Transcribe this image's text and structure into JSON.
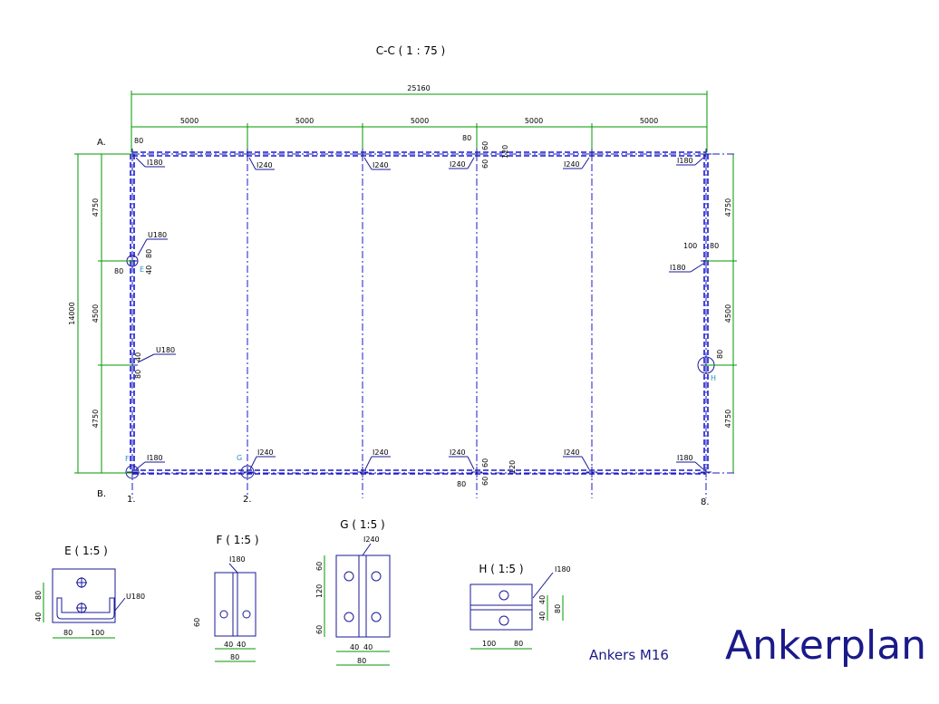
{
  "chart_data": {
    "type": "other",
    "title": "Ankerplan",
    "subtitle": "Ankers M16",
    "plan_view": {
      "label": "C-C ( 1 : 75 )",
      "overall_length": "25160",
      "bay_lengths": [
        "5000",
        "5000",
        "5000",
        "5000",
        "5000"
      ],
      "width": "14000",
      "left_spans": [
        "4750",
        "4500",
        "4750"
      ],
      "right_spans": [
        "4750",
        "4500",
        "4750"
      ],
      "row_labels": [
        "A.",
        "B."
      ],
      "grid_labels": [
        "1.",
        "2.",
        "8."
      ],
      "top_beams": [
        "I180",
        "I240",
        "I240",
        "I240",
        "I240",
        "I180"
      ],
      "bottom_beams": [
        "I180",
        "I240",
        "I240",
        "I240",
        "I240",
        "I180"
      ],
      "side_profiles": [
        "U180",
        "U180",
        "I180"
      ],
      "detail_markers": [
        "E",
        "F",
        "G",
        "H"
      ],
      "small_dims": [
        "80",
        "60",
        "120",
        "40",
        "100"
      ]
    },
    "details": [
      {
        "label": "E ( 1:5 )",
        "profile": "U180",
        "dims": [
          "80",
          "40",
          "80",
          "100"
        ]
      },
      {
        "label": "F ( 1:5 )",
        "profile": "I180",
        "dims": [
          "60",
          "40",
          "40",
          "80"
        ]
      },
      {
        "label": "G ( 1:5 )",
        "profile": "I240",
        "dims": [
          "60",
          "120",
          "60",
          "40",
          "40",
          "80"
        ]
      },
      {
        "label": "H ( 1:5 )",
        "profile": "I180",
        "dims": [
          "100",
          "80",
          "40",
          "40",
          "80"
        ]
      }
    ]
  }
}
